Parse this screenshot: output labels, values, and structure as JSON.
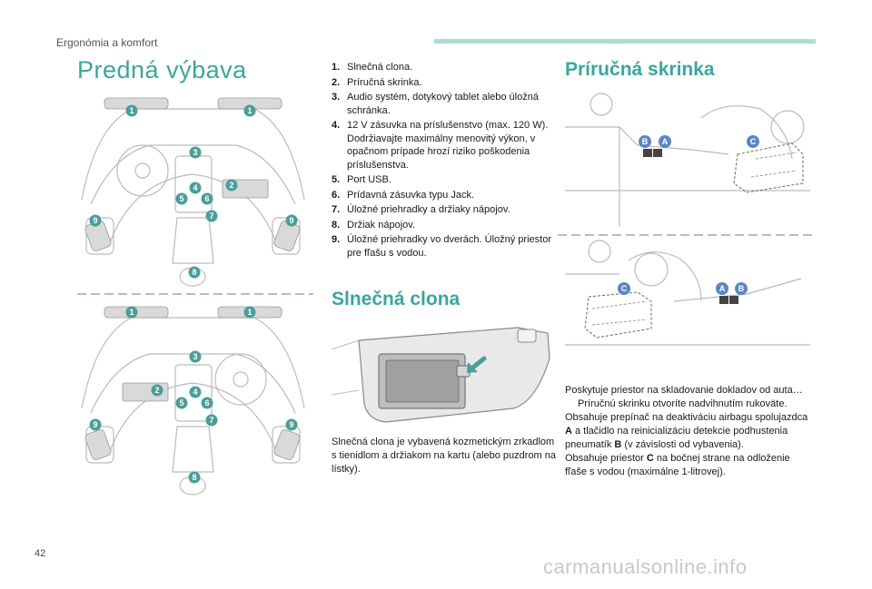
{
  "header": {
    "section": "Ergonómia a komfort"
  },
  "left": {
    "title": "Predná výbava",
    "callouts_top": [
      "1",
      "1",
      "3",
      "2",
      "4",
      "5",
      "6",
      "7",
      "9",
      "9",
      "8"
    ],
    "callouts_bottom": [
      "1",
      "1",
      "3",
      "2",
      "4",
      "5",
      "6",
      "7",
      "9",
      "9",
      "8"
    ]
  },
  "list": {
    "items": [
      {
        "num": "1.",
        "text": "Slnečná clona."
      },
      {
        "num": "2.",
        "text": "Príručná skrinka."
      },
      {
        "num": "3.",
        "text": "Audio systém, dotykový tablet alebo úložná schránka."
      },
      {
        "num": "4.",
        "text": "12 V zásuvka na príslušenstvo (max. 120 W). Dodržiavajte maximálny menovitý výkon, v opačnom prípade hrozí riziko poškodenia príslušenstva."
      },
      {
        "num": "5.",
        "text": "Port USB."
      },
      {
        "num": "6.",
        "text": "Prídavná zásuvka typu Jack."
      },
      {
        "num": "7.",
        "text": "Úložné priehradky a držiaky nápojov."
      },
      {
        "num": "8.",
        "text": "Držiak nápojov."
      },
      {
        "num": "9.",
        "text": "Úložné priehradky vo dverách. Úložný priestor pre fľašu s vodou."
      }
    ]
  },
  "sun_visor": {
    "title": "Slnečná clona",
    "text": "Slnečná clona je vybavená kozmetickým zrkadlom s tienidlom a držiakom na kartu (alebo puzdrom na lístky)."
  },
  "glovebox": {
    "title": "Príručná skrinka",
    "callouts_top": [
      "B",
      "A",
      "C"
    ],
    "callouts_bottom": [
      "C",
      "A",
      "B"
    ],
    "p1": "Poskytuje priestor na skladovanie dokladov od auta…",
    "bullet_mark": "",
    "bullet": "Príručnú skrinku otvoríte nadvihnutím rukoväte.",
    "p2_a": "Obsahuje prepínač na deaktiváciu airbagu spolujazdca ",
    "p2_b": "A",
    "p2_c": " a tlačidlo na reinicializáciu detekcie podhustenia pneumatík ",
    "p2_d": "B",
    "p2_e": " (v závislosti od vybavenia).",
    "p3_a": "Obsahuje priestor ",
    "p3_b": "C",
    "p3_c": " na bočnej strane na odloženie fľaše s vodou (maximálne 1-litrovej)."
  },
  "footer": {
    "page": "42",
    "watermark": "carmanualsonline.info"
  },
  "colors": {
    "accent": "#3aa6a0",
    "callout": "#4a9e98",
    "callout_alt": "#5b86c5"
  }
}
